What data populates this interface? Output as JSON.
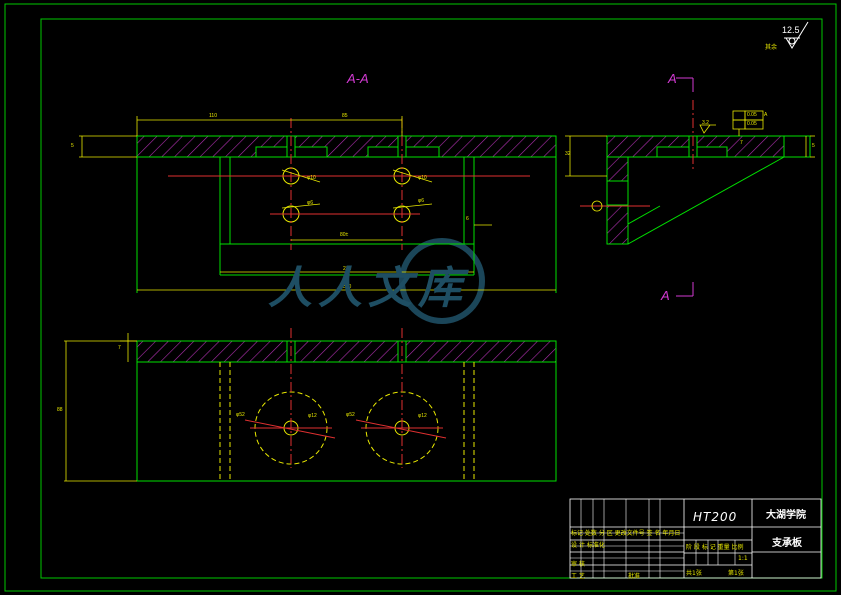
{
  "colors": {
    "background": "#000000",
    "frame": "#00c800",
    "outline": "#00e000",
    "centerline": "#e03030",
    "dimension": "#e8e800",
    "hatch": "#b030b0",
    "section_label": "#d23ad2",
    "title_text": "#ffffff",
    "watermark": "#1e4e63"
  },
  "roughness": {
    "value": "12.5",
    "label": "其余"
  },
  "section": {
    "view_title": "A-A",
    "marker_top": "A",
    "marker_bottom": "A"
  },
  "dimensions": {
    "d110": "110",
    "d85": "85",
    "d5_left": "5",
    "d210": "210",
    "d300": "300",
    "d80": "80±",
    "d6": "6",
    "d7_front": "7",
    "d88": "88",
    "hole_10a": "φ10",
    "hole_10b": "φ10",
    "hole_6a": "φ6",
    "hole_6b": "φ6",
    "top_dia_52a": "φ52",
    "top_dia_52b": "φ52",
    "top_dia_12a": "φ12",
    "top_dia_12b": "φ12",
    "side_5": "5",
    "side_7": "7",
    "side_32": "32",
    "tol_a": "0.05",
    "tol_b": "0.05",
    "tol_ref": "A",
    "side_rough": "3.2"
  },
  "title_block": {
    "material": "HT200",
    "school": "大湖学院",
    "part_name": "支承板",
    "row_marks": "标记 处数 分 区 更改文件号 签 名 年月日",
    "row_design": "设 计  标准化",
    "row_stage": "阶 段 标 记  重量  比例",
    "scale": "1:1",
    "row_review": "审 核",
    "row_process": "工 艺",
    "approve": "批准",
    "sheets_total": "共1张",
    "sheet_no": "第1张"
  },
  "watermark": {
    "text": "人人文库"
  }
}
